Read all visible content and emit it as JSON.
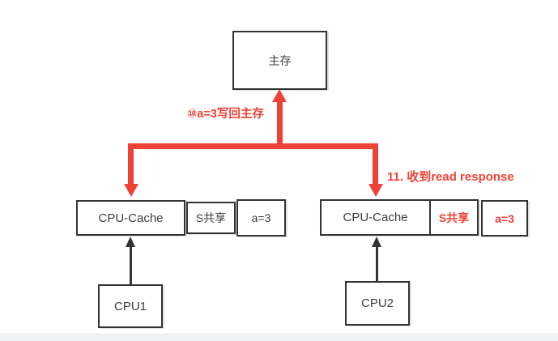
{
  "colors": {
    "arrow_red": "#ef4237",
    "box_border": "#333333",
    "text_dark": "#3d3d3d",
    "footer_bar": "#f1f2f3"
  },
  "memory": {
    "label": "主存"
  },
  "annotations": {
    "write_back": "⑩a=3写回主存",
    "read_response": "11. 收到read response"
  },
  "caches": {
    "left": {
      "name": "CPU-Cache",
      "state": "S共享",
      "value": "a=3"
    },
    "right": {
      "name": "CPU-Cache",
      "state": "S共享",
      "value": "a=3"
    }
  },
  "cpus": {
    "left": {
      "label": "CPU1"
    },
    "right": {
      "label": "CPU2"
    }
  }
}
